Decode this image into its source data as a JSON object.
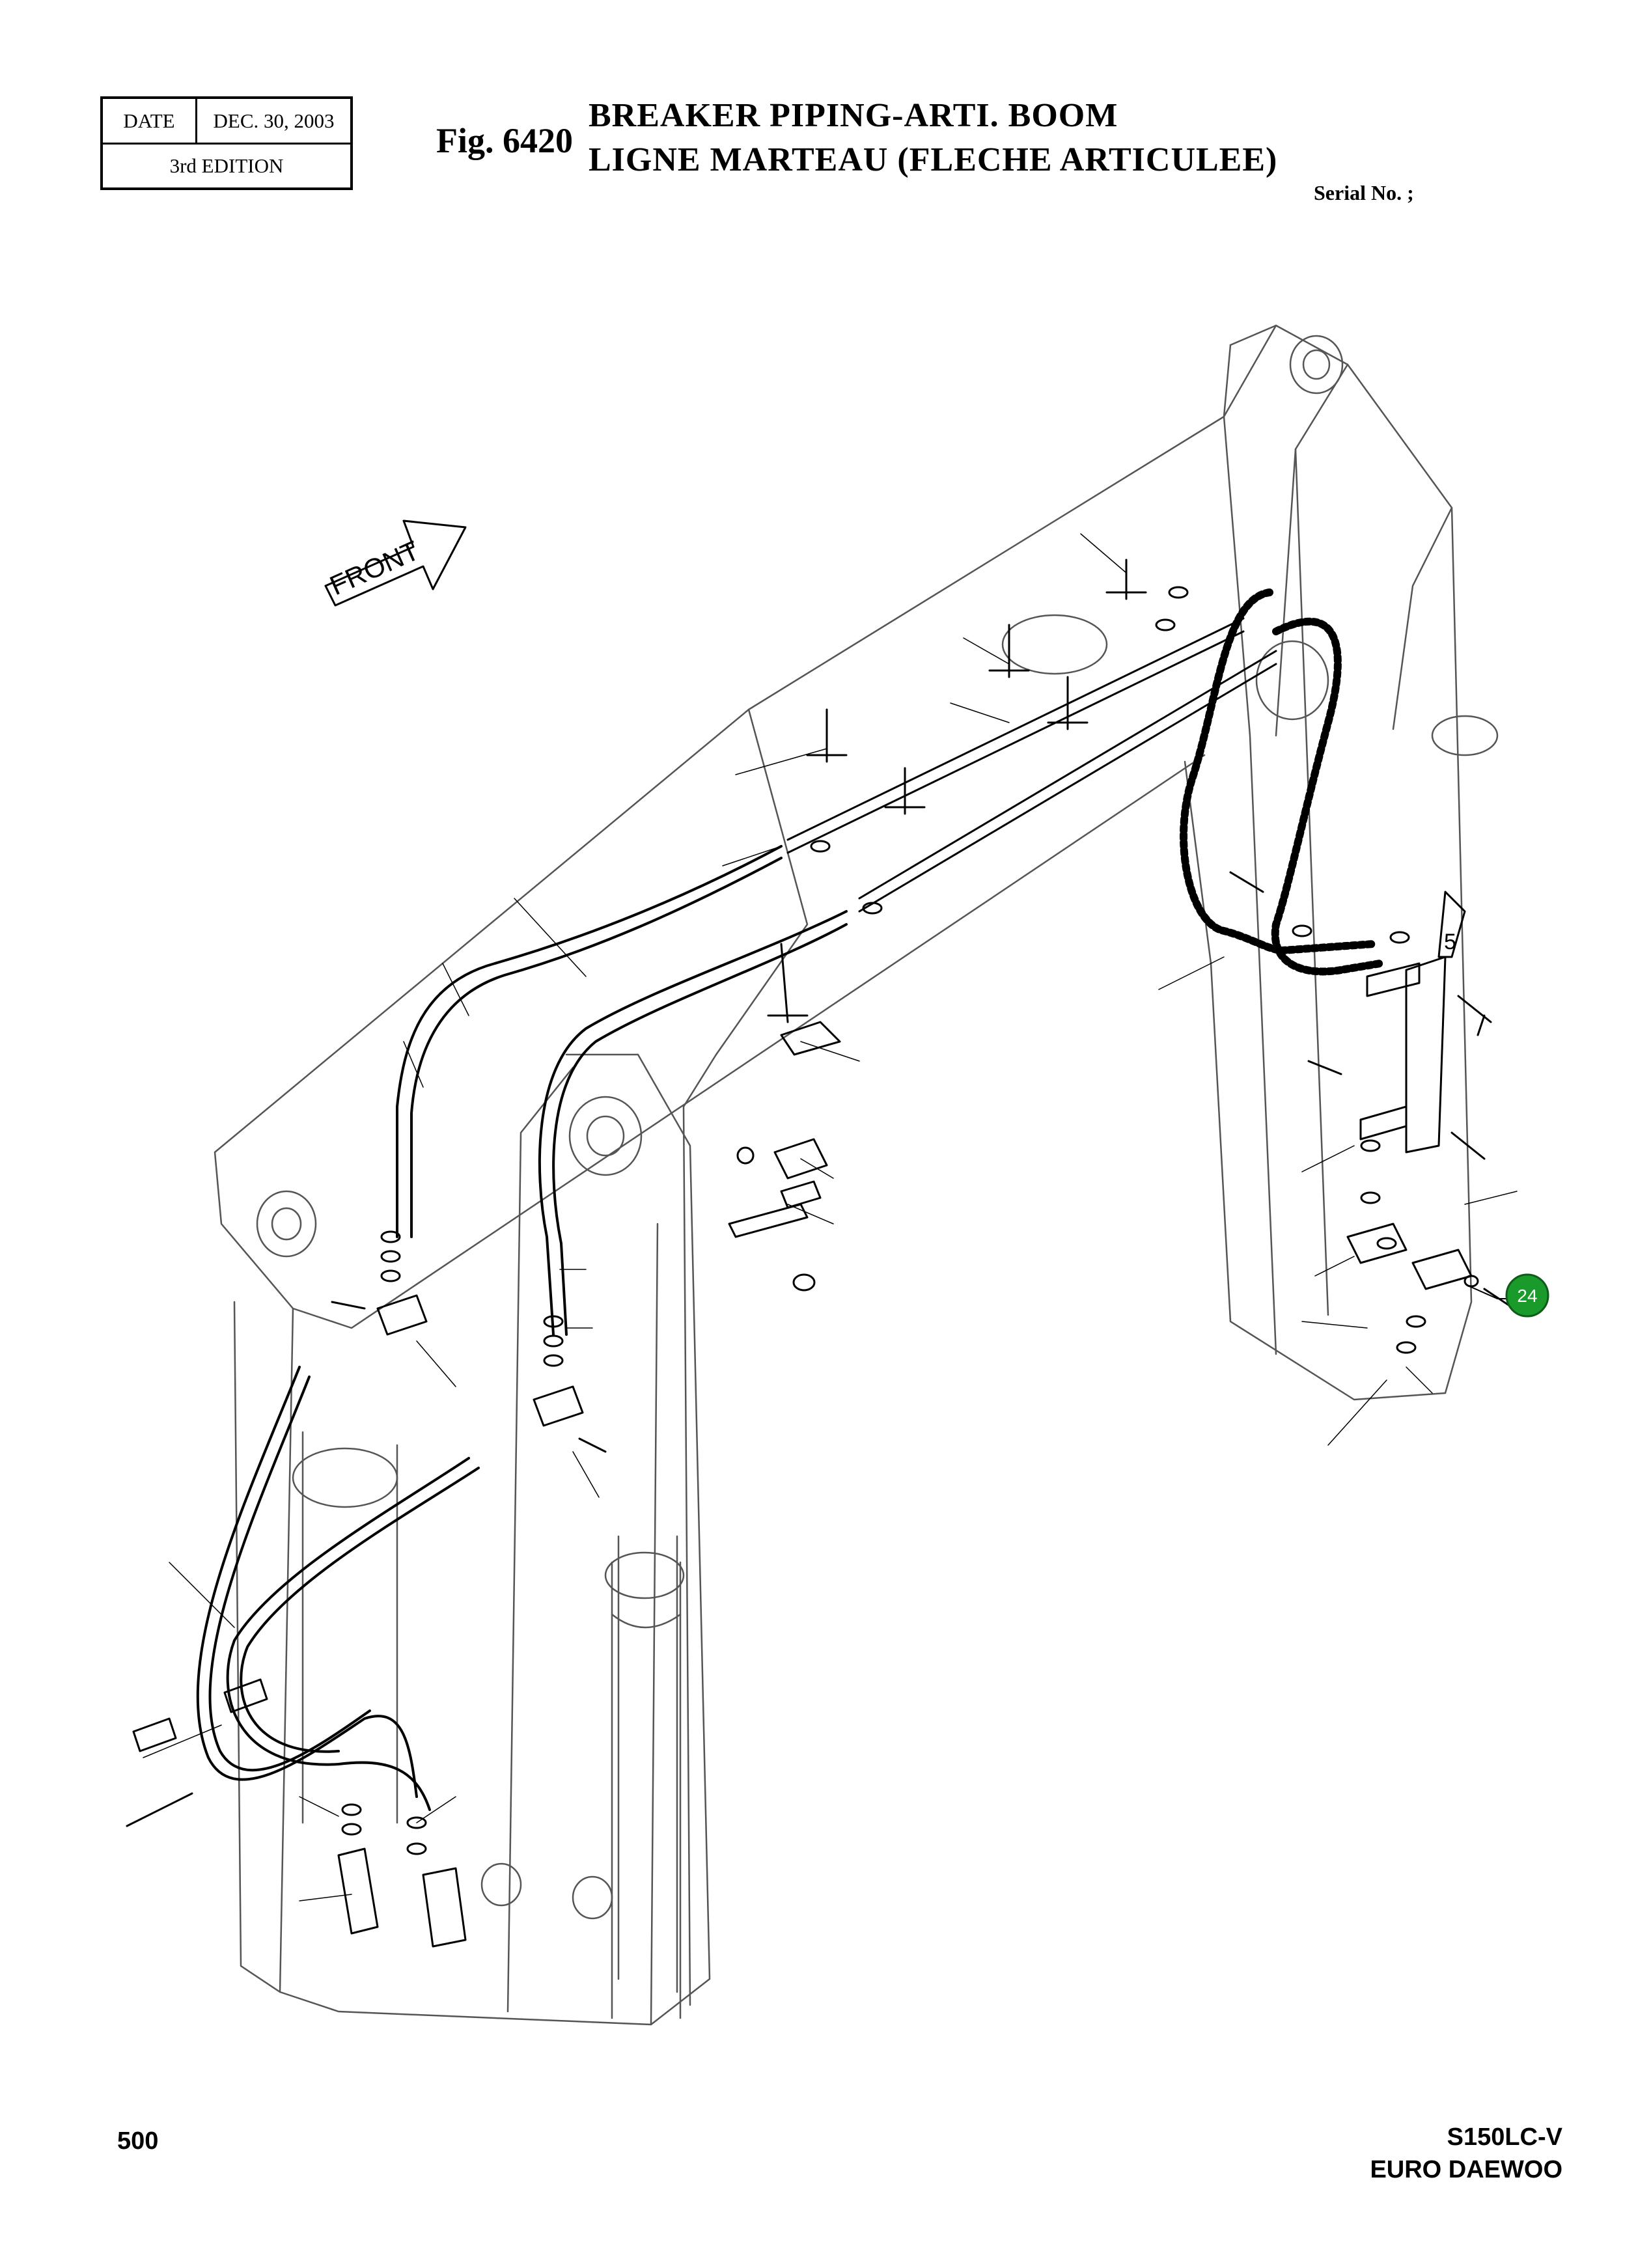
{
  "header": {
    "date_label": "DATE",
    "date_value": "DEC. 30, 2003",
    "edition": "3rd  EDITION",
    "fig_number": "Fig. 6420",
    "title_en": "BREAKER PIPING-ARTI. BOOM",
    "title_fr": "LIGNE MARTEAU (FLECHE ARTICULEE)",
    "serial_label": "Serial No. ;"
  },
  "diagram": {
    "front_arrow_label": "FRONT",
    "callouts": [
      {
        "label": "5"
      },
      {
        "label": "24",
        "color": "#1a9a2a"
      }
    ]
  },
  "footer": {
    "page_number": "500",
    "model": "S150LC-V",
    "maker": "EURO DAEWOO"
  },
  "colors": {
    "line": "#000000",
    "highlight": "#1a9a2a"
  }
}
